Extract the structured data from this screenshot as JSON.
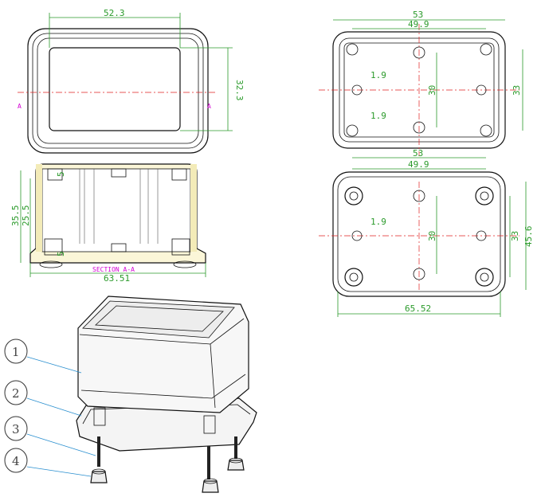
{
  "top_view": {
    "dim_width": "52.3",
    "dim_height": "32.3",
    "section_mark_left": "A",
    "section_mark_right": "A"
  },
  "section_view": {
    "dim_overall_height": "35.5",
    "dim_inner_height": "25.5",
    "dim_top_small": "5",
    "dim_bottom_small": "5",
    "label": "SECTION A-A",
    "dim_width": "63.51"
  },
  "right_top_view": {
    "dim_outer_width": "53",
    "dim_inner_width": "49.9",
    "dim_offset_top": "1.9",
    "dim_offset_bottom": "1.9",
    "dim_center_height": "30",
    "dim_height": "33"
  },
  "right_bottom_view": {
    "dim_outer_width": "53",
    "dim_inner_width": "49.9",
    "dim_offset": "1.9",
    "dim_center_height": "30",
    "dim_height": "33",
    "dim_overall_height": "45.6",
    "dim_overall_width": "65.52"
  },
  "callouts": [
    {
      "number": "1"
    },
    {
      "number": "2"
    },
    {
      "number": "3"
    },
    {
      "number": "4"
    }
  ],
  "colors": {
    "dimension": "#2a9a2a",
    "section_label": "#d400d4",
    "center_line": "#e02020",
    "leader": "#2a8fcf"
  }
}
